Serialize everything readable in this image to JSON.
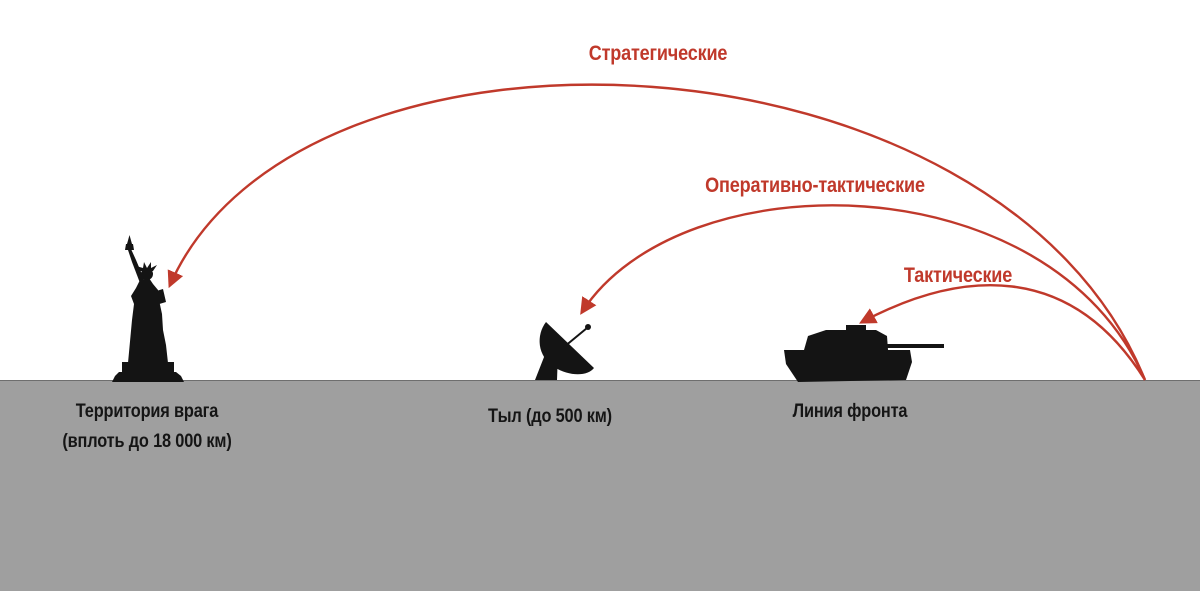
{
  "colors": {
    "arc": "#c0392b",
    "ground": "#9f9f9f",
    "text": "#151515"
  },
  "arcs": {
    "strategic": "Стратегические",
    "operational_tactical": "Оперативно-тактические",
    "tactical": "Тактические"
  },
  "targets": {
    "enemy_territory_line1": "Территория врага",
    "enemy_territory_line2": "(вплоть до 18 000 км)",
    "rear": "Тыл (до 500 км)",
    "front_line": "Линия фронта"
  },
  "icons": {
    "statue": "statue-of-liberty-icon",
    "radar": "satellite-dish-icon",
    "tank": "tank-icon"
  }
}
